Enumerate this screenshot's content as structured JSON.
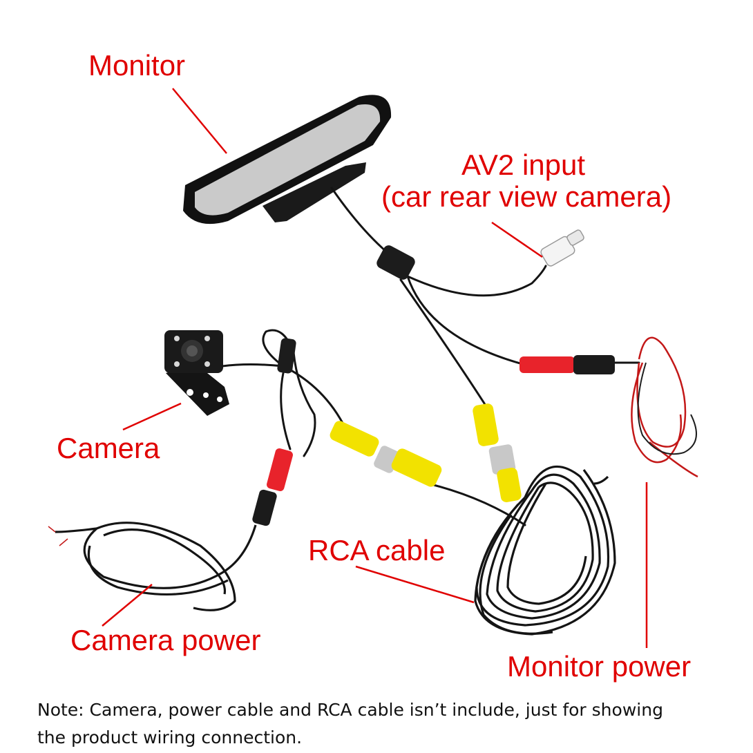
{
  "labels": {
    "monitor": "Monitor",
    "av2_line1": "AV2 input",
    "av2_line2": "(car rear view camera)",
    "camera": "Camera",
    "rca_cable": "RCA cable",
    "camera_power": "Camera power",
    "monitor_power": "Monitor power"
  },
  "note": {
    "line1": "Note: Camera, power cable and RCA cable isn’t include, just for showing",
    "line2": "the product wiring connection."
  },
  "colors": {
    "label_text": "#e00000",
    "leader_line": "#e00000",
    "cable": "#141414",
    "rca_yellow": "#f2e200",
    "rca_red": "#e8232b",
    "monitor_screen": "#c9c9c9",
    "housing": "#1a1a1a"
  },
  "icons": {
    "monitor": "rearview-mirror-monitor-icon",
    "camera": "reversing-camera-icon",
    "connector": "rca-connector-icon"
  }
}
